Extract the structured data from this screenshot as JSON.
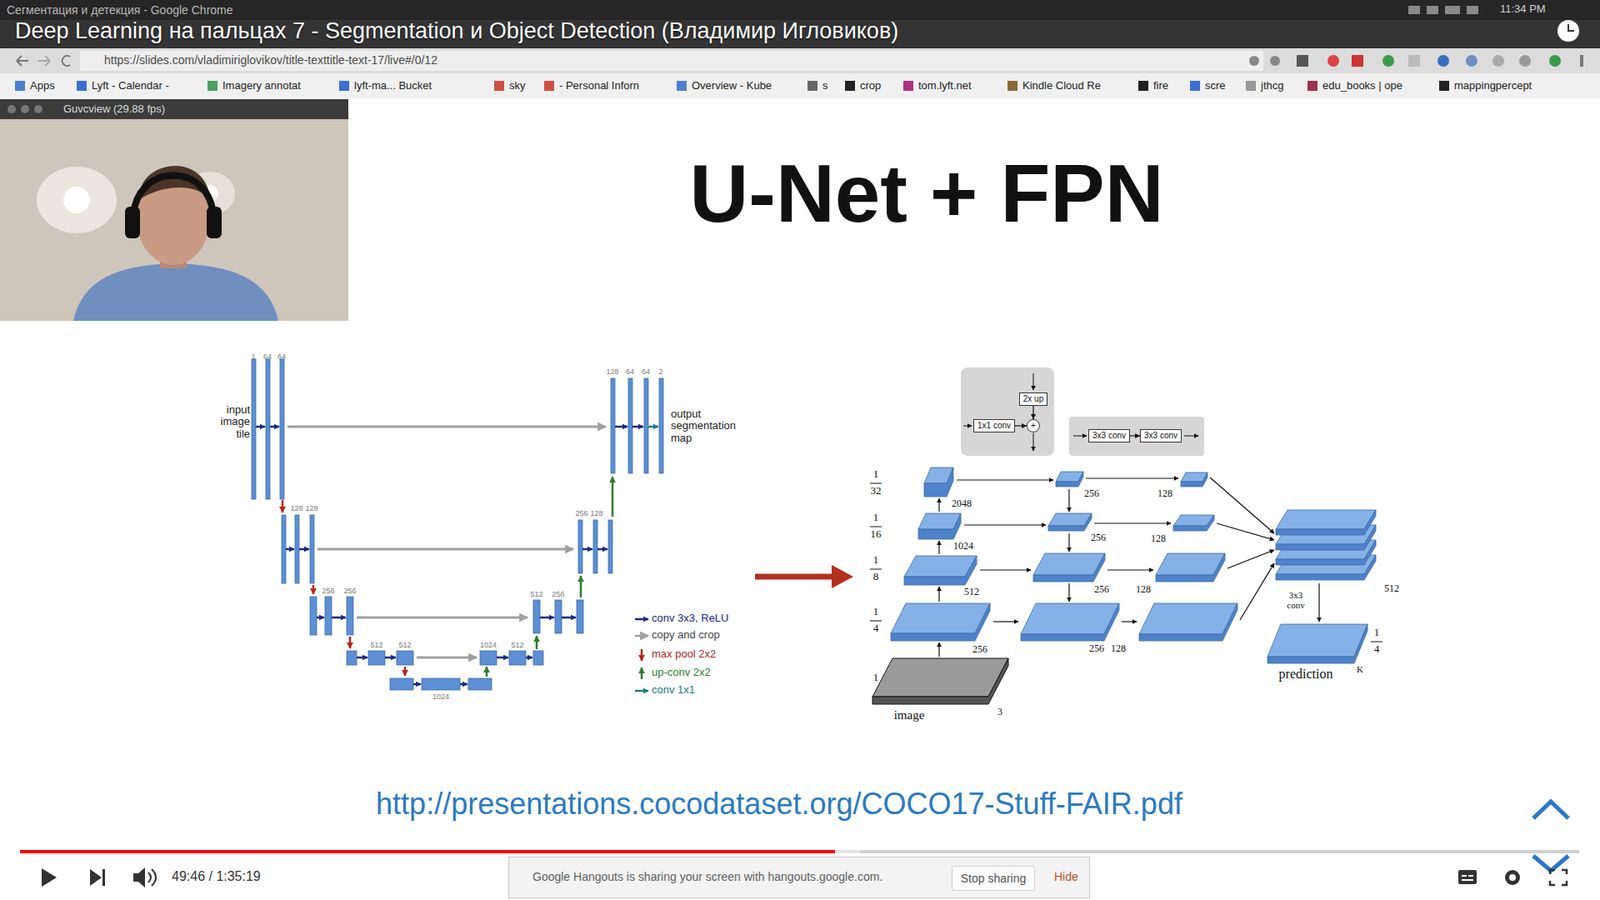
{
  "diagram": {
    "title": "U-Net + FPN",
    "caption": "http://presentations.cocodataset.org/COCO17-Stuff-FAIR.pdf",
    "nodes": [
      {
        "text": [
          "2x up"
        ]
      },
      {
        "text": [
          "1x1 conv"
        ]
      },
      {
        "text": [
          "+"
        ]
      },
      {
        "text": [
          "3x3 conv"
        ]
      },
      {
        "text": [
          "3x3 conv"
        ]
      },
      {
        "text": [
          "Google Hangouts is sharing your screen with hangouts.google.com.",
          "Hide"
        ]
      },
      {
        "text": [
          "Stop sharing"
        ],
        "in": 5
      }
    ],
    "edges": [
      {
        "from": 0,
        "to": 2,
        "arrow": "to"
      },
      {
        "from": 1,
        "to": 2,
        "arrow": "to"
      },
      {
        "from": 3,
        "to": 4,
        "arrow": "to"
      }
    ],
    "labels": [
      "Сегментация и детекция - Google Chrome",
      "11:34 PM",
      "Deep Learning на пальцах 7 - Segmentation и Object Detection (Владимир Игловиков)",
      "https://slides.com/vladimiriglovikov/title-texttitle-text-17/live#/0/12",
      "Apps",
      "Lyft - Calendar -",
      "Imagery annotat",
      "lyft-ma... Bucket",
      "sky",
      "- Personal Inforn",
      "Overview - Kube",
      "s",
      "crop",
      "tom.lyft.net",
      "Kindle Cloud Re",
      "fire",
      "scre",
      "jthcg",
      "edu_books | ope",
      "mappingpercept",
      "Guvcview (29.88 fps)",
      "input image tile",
      "output segmentation map",
      "1",
      "64",
      "64",
      "128",
      "64",
      "64",
      "2",
      "128",
      "128",
      "256",
      "128",
      "256",
      "256",
      "512",
      "256",
      "512",
      "512",
      "1024",
      "512",
      "1024",
      "1",
      "32",
      "1",
      "16",
      "1",
      "8",
      "1",
      "4",
      "1",
      "2048",
      "1024",
      "512",
      "256",
      "image",
      "3",
      "256",
      "256",
      "256",
      "256",
      "128",
      "128",
      "128",
      "128",
      "512",
      "3x3 conv",
      "prediction",
      "K",
      "1",
      "4",
      "49:46 / 1:35:19"
    ],
    "legend": [
      {
        "text": "conv 3x3, ReLU"
      },
      {
        "text": "copy and crop"
      },
      {
        "text": "max pool 2x2"
      },
      {
        "text": "up-conv 2x2"
      },
      {
        "text": "conv 1x1"
      }
    ]
  }
}
